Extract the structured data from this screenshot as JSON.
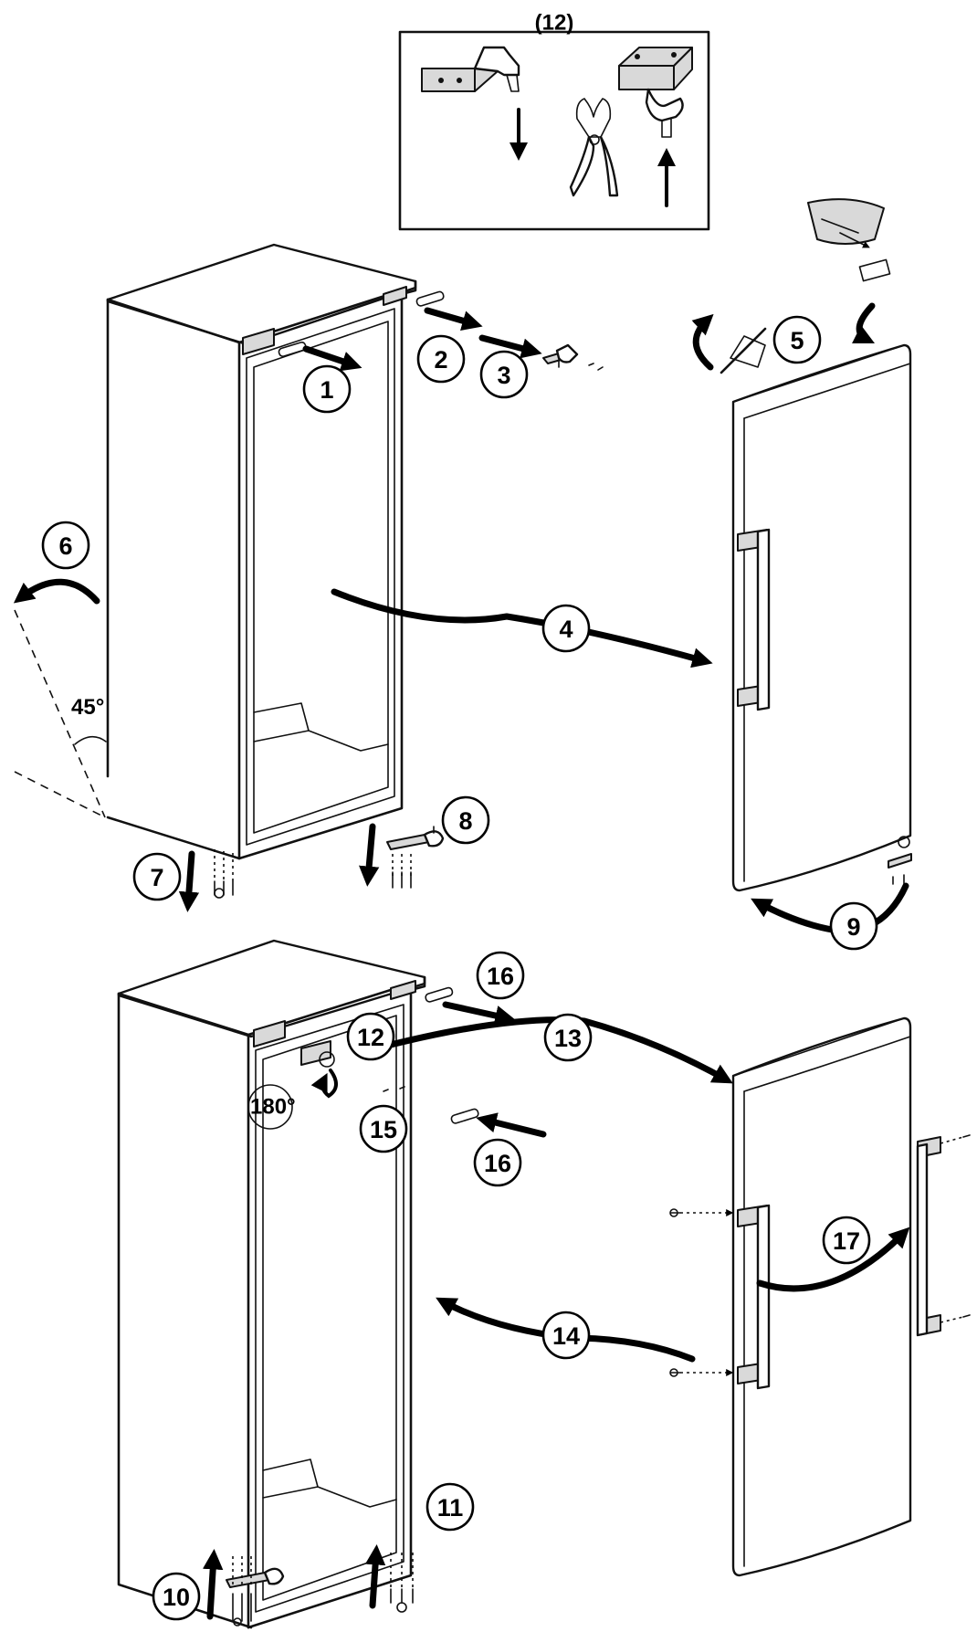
{
  "inset": {
    "title": "(12)"
  },
  "steps": [
    {
      "id": "1",
      "label": "1"
    },
    {
      "id": "2",
      "label": "2"
    },
    {
      "id": "3",
      "label": "3"
    },
    {
      "id": "4",
      "label": "4"
    },
    {
      "id": "5",
      "label": "5"
    },
    {
      "id": "6",
      "label": "6"
    },
    {
      "id": "7",
      "label": "7"
    },
    {
      "id": "8",
      "label": "8"
    },
    {
      "id": "9",
      "label": "9"
    },
    {
      "id": "10",
      "label": "10"
    },
    {
      "id": "11",
      "label": "11"
    },
    {
      "id": "12",
      "label": "12"
    },
    {
      "id": "13",
      "label": "13"
    },
    {
      "id": "14",
      "label": "14"
    },
    {
      "id": "15",
      "label": "15"
    },
    {
      "id": "16a",
      "label": "16"
    },
    {
      "id": "16b",
      "label": "16"
    },
    {
      "id": "17",
      "label": "17"
    }
  ],
  "angles": {
    "tilt": "45°",
    "rotate": "180°"
  }
}
